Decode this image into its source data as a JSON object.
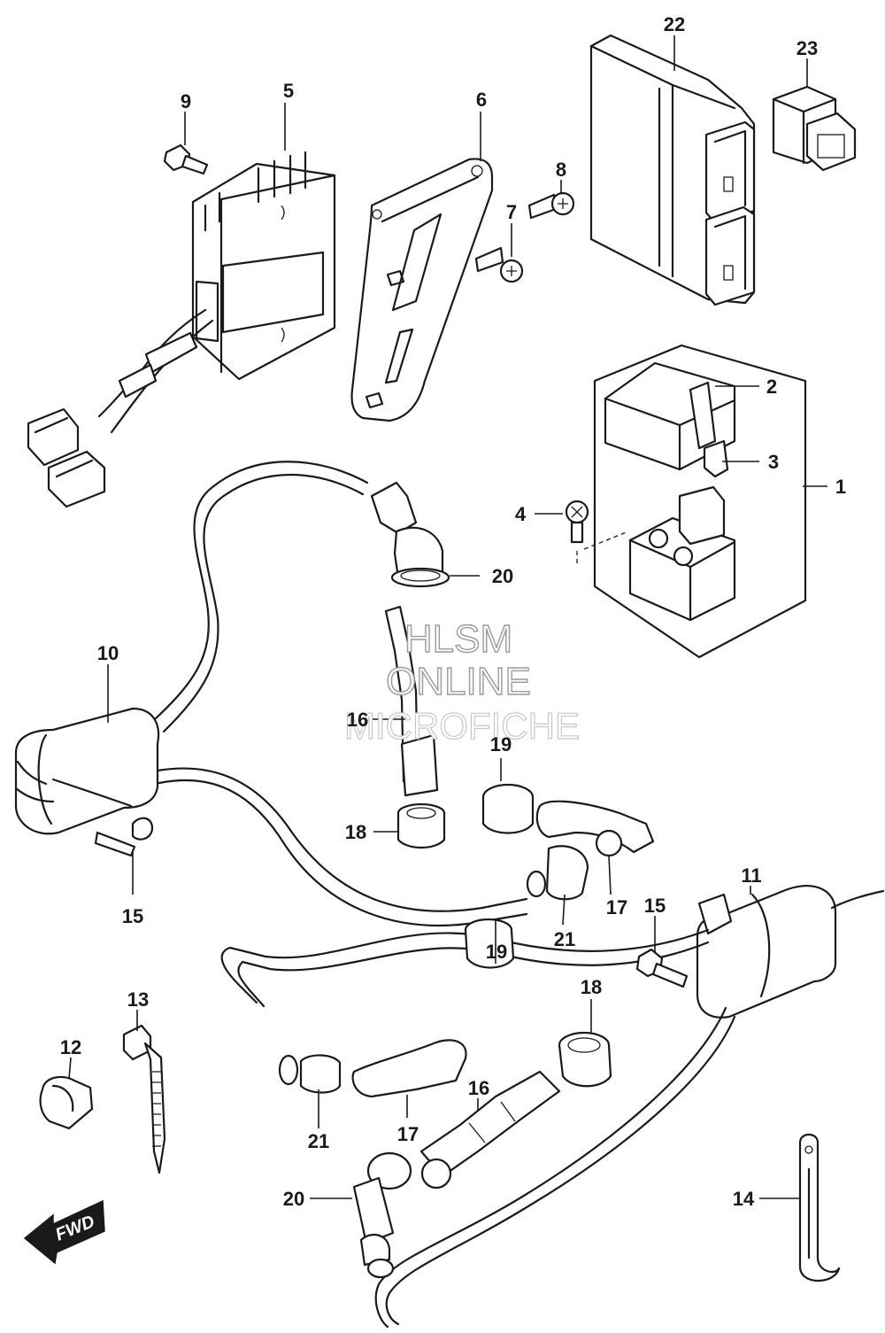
{
  "watermark": {
    "line1": "HLSM",
    "line2": "ONLINE",
    "line3": "MICROFICHE"
  },
  "fwd_label": "FWD",
  "callouts": {
    "c1": "1",
    "c2": "2",
    "c3": "3",
    "c4": "4",
    "c5": "5",
    "c6": "6",
    "c7": "7",
    "c8": "8",
    "c9": "9",
    "c10": "10",
    "c11": "11",
    "c12": "12",
    "c13": "13",
    "c14": "14",
    "c15a": "15",
    "c15b": "15",
    "c16a": "16",
    "c16b": "16",
    "c17a": "17",
    "c17b": "17",
    "c18a": "18",
    "c18b": "18",
    "c19a": "19",
    "c19b": "19",
    "c20a": "20",
    "c20b": "20",
    "c21a": "21",
    "c21b": "21",
    "c22": "22",
    "c23": "23"
  }
}
